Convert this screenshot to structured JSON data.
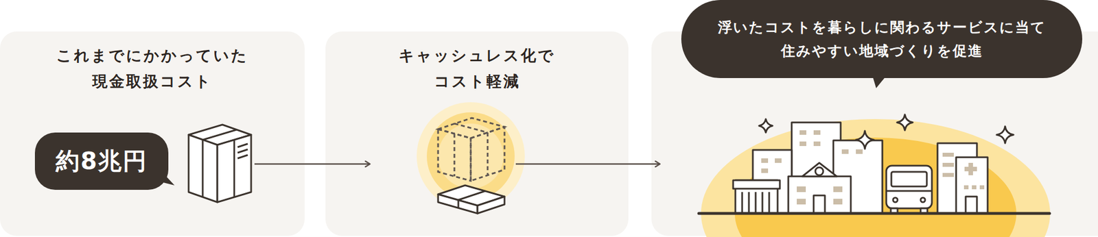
{
  "diagram": {
    "nodes": [
      {
        "text": [
          "これまでにかかっていた 現金取扱コスト"
        ]
      },
      {
        "text": [
          "約8兆円"
        ],
        "in": 0
      },
      {
        "text": [
          "キャッシュレス化で コスト軽減"
        ]
      },
      {
        "text": []
      },
      {
        "text": [
          "浮いたコストを暮らしに関わるサービスに当て 住みやすい地域づくりを促進"
        ],
        "in": 3
      }
    ],
    "edges": [
      {
        "from": 0,
        "to": 2,
        "arrow": "to"
      },
      {
        "from": 2,
        "to": 3,
        "arrow": "to"
      }
    ]
  }
}
